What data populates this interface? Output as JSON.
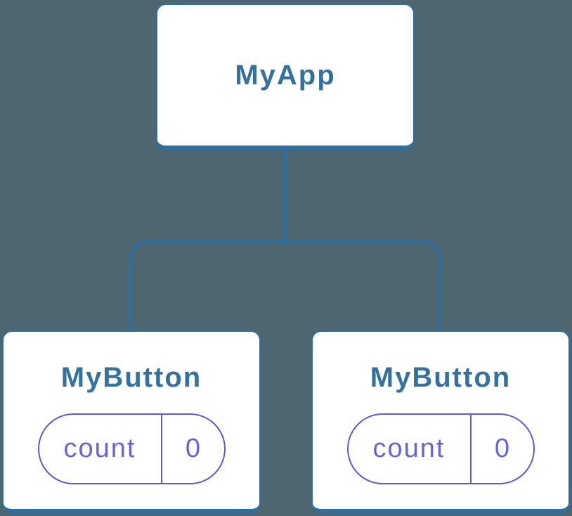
{
  "colors": {
    "bg": "#4d6670",
    "line": "#2d6ea3",
    "nodeBg": "#ffffff",
    "nodeTitle": "#35719f",
    "pillBorder": "#5b5bd7",
    "pillText": "#6565d9"
  },
  "tree": {
    "root": {
      "label": "MyApp"
    },
    "children": [
      {
        "label": "MyButton",
        "state": {
          "name": "count",
          "value": "0"
        }
      },
      {
        "label": "MyButton",
        "state": {
          "name": "count",
          "value": "0"
        }
      }
    ]
  }
}
